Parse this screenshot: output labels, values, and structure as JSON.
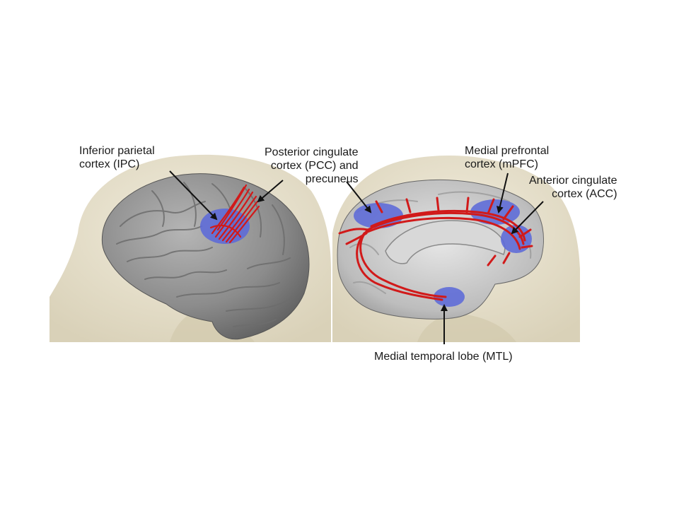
{
  "labels": {
    "ipc": {
      "line1": "Inferior parietal",
      "line2": "cortex (IPC)"
    },
    "pcc": {
      "line1": "Posterior cingulate",
      "line2": "cortex (PCC) and",
      "line3": "precuneus"
    },
    "mpfc": {
      "line1": "Medial prefrontal",
      "line2": "cortex (mPFC)"
    },
    "acc": {
      "line1": "Anterior cingulate",
      "line2": "cortex (ACC)"
    },
    "mtl": {
      "line1": "Medial temporal lobe (MTL)"
    }
  },
  "colors": {
    "head": "#e6e0cc",
    "brain": "#8f8f8f",
    "region": "#5c6ad8",
    "tract": "#d11a1a",
    "arrow": "#111111"
  }
}
